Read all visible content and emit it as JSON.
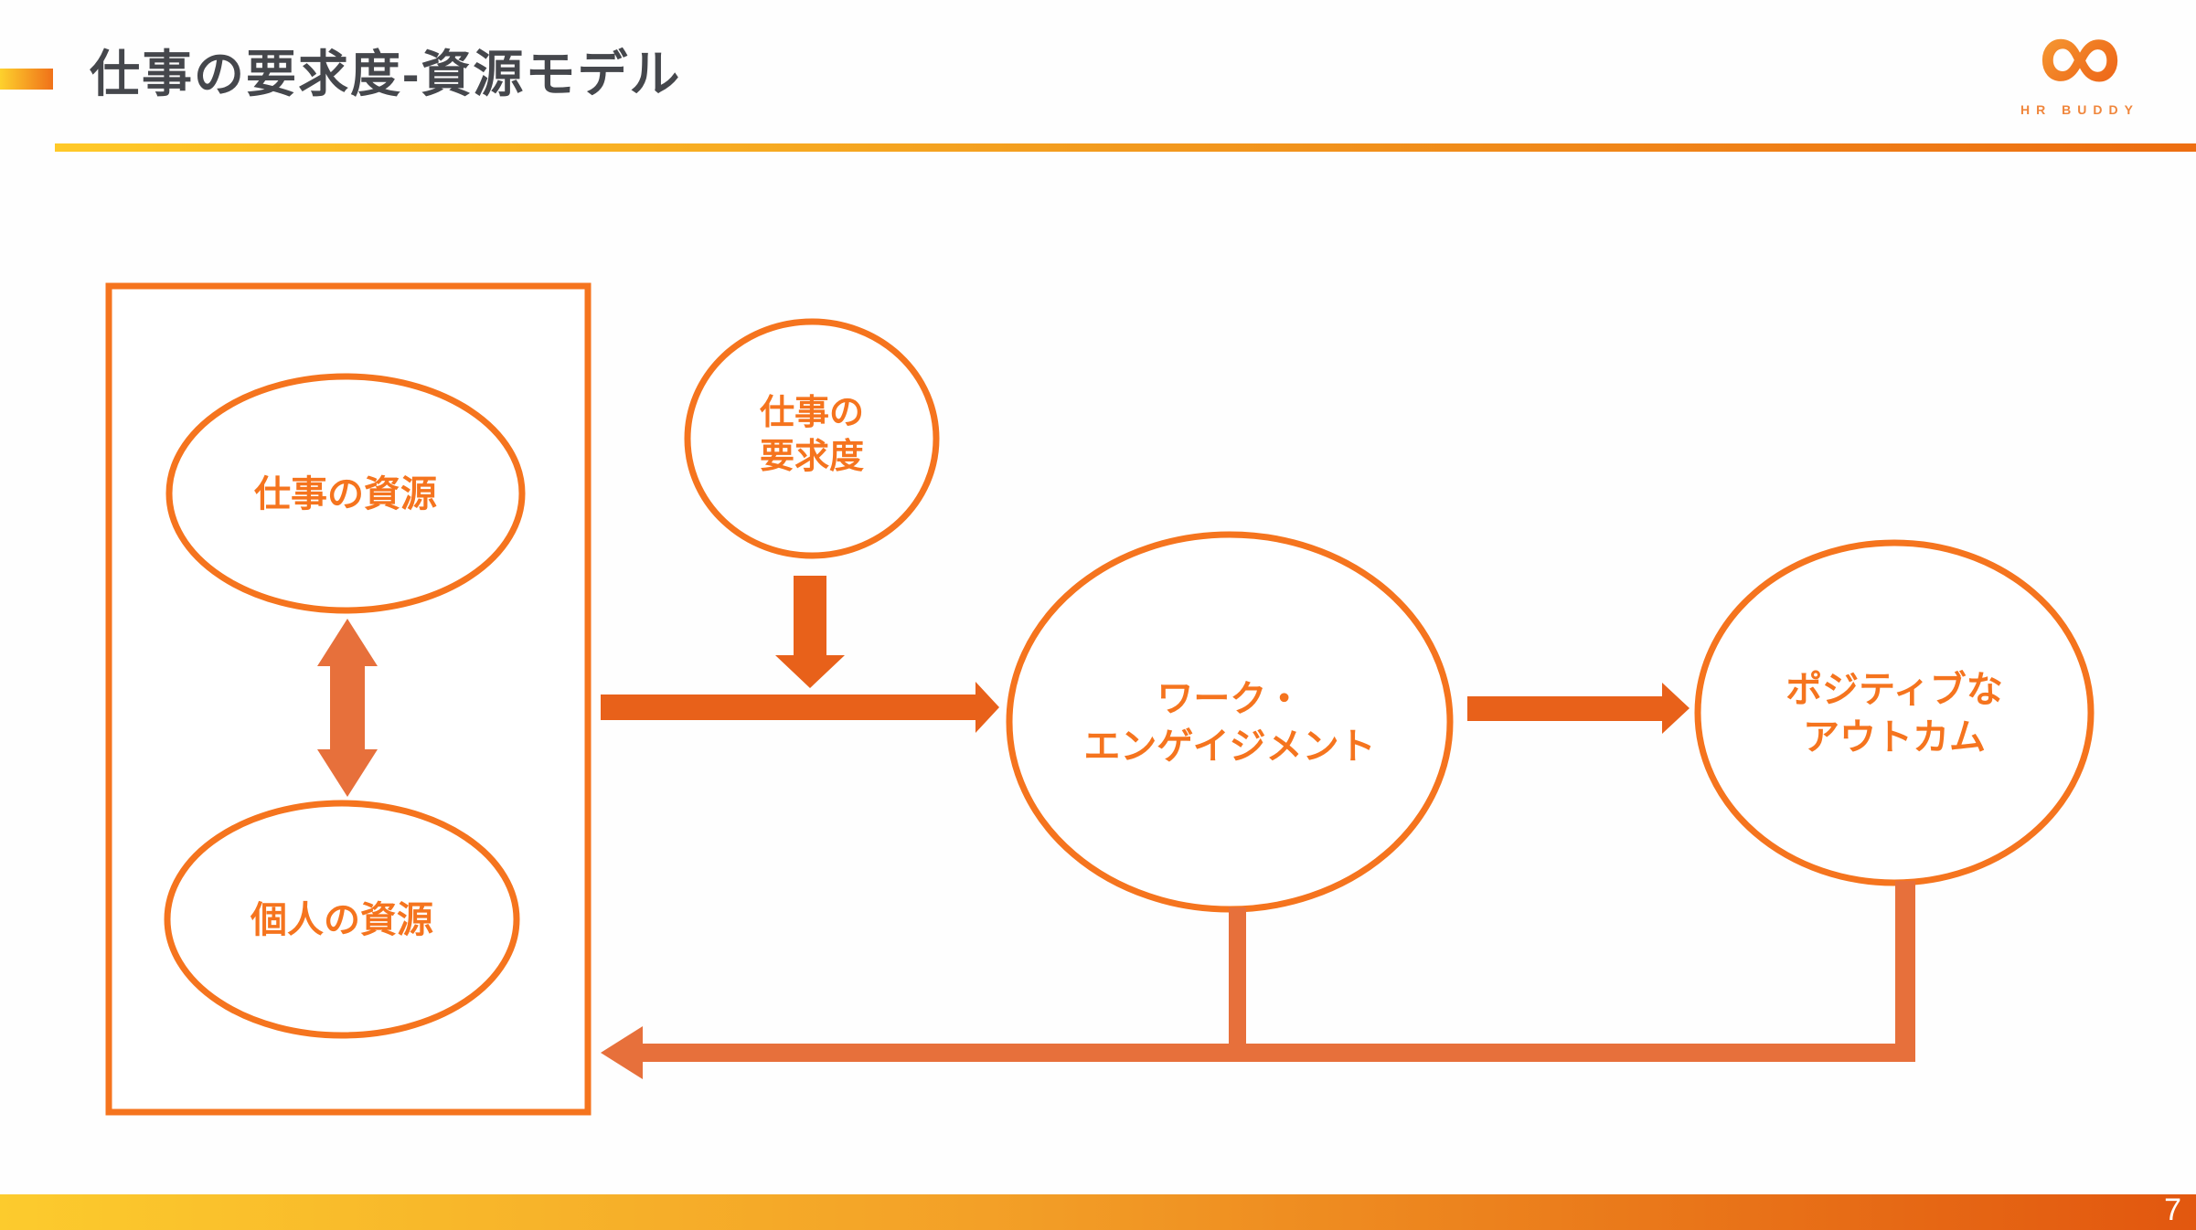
{
  "header": {
    "title": "仕事の要求度-資源モデル",
    "logo": {
      "symbol": "∞",
      "brand": "HR BUDDY"
    }
  },
  "diagram": {
    "resources_box": {
      "job_resources": "仕事の資源",
      "personal_resources": "個人の資源"
    },
    "job_demands": {
      "line1": "仕事の",
      "line2": "要求度"
    },
    "work_engagement": {
      "line1": "ワーク・",
      "line2": "エンゲイジメント"
    },
    "positive_outcomes": {
      "line1": "ポジティブな",
      "line2": "アウトカム"
    }
  },
  "footer": {
    "page_number": "7"
  },
  "colors": {
    "outline_orange": "#F5741E",
    "arrow_orange": "#E8611A",
    "connector_orange": "#E7703B",
    "title_gray": "#45474C",
    "rule_yellow": "#FFC928",
    "footer_yellow": "#FCCB2D",
    "footer_deep_orange": "#E2570F"
  }
}
